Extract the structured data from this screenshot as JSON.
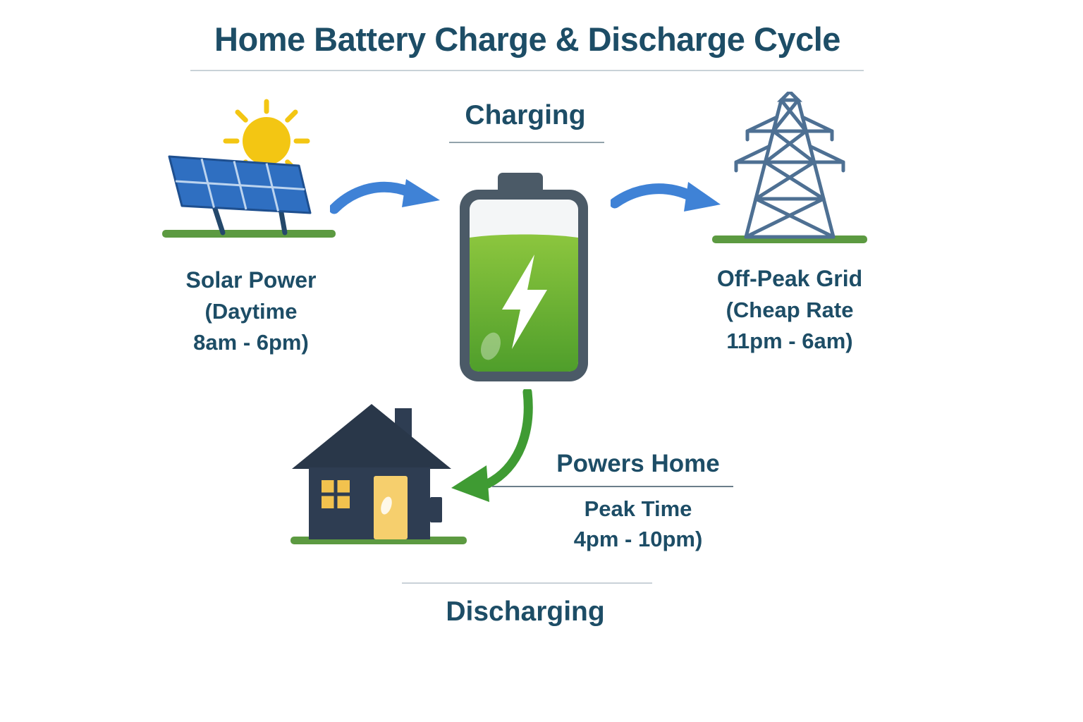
{
  "title": "Home Battery Charge & Discharge Cycle",
  "stages": {
    "charging": "Charging",
    "discharging": "Discharging"
  },
  "solar": {
    "label": "Solar Power",
    "sub1": "(Daytime",
    "sub2": "8am - 6pm)"
  },
  "grid": {
    "label": "Off-Peak Grid",
    "sub1": "(Cheap Rate",
    "sub2": "11pm - 6am)"
  },
  "home": {
    "label": "Powers Home",
    "sub1": "Peak Time",
    "sub2": "4pm - 10pm)"
  },
  "icons": {
    "sun": "sun-icon",
    "solar_panel": "solar-panel-icon",
    "battery": "battery-icon",
    "bolt": "lightning-bolt-icon",
    "tower": "transmission-tower-icon",
    "house": "house-icon",
    "arrow_solar_to_battery": "arrow-right-icon",
    "arrow_battery_to_grid": "arrow-right-icon",
    "arrow_battery_to_home": "arrow-down-left-icon"
  },
  "colors": {
    "heading_navy": "#1d4d66",
    "arrow_blue": "#3f82d6",
    "arrow_green": "#3f9b33",
    "battery_green": "#5fae2f",
    "battery_frame": "#4b5a67",
    "sun_yellow": "#f3c613",
    "panel_blue": "#2f6fc1",
    "tower_steel": "#4e7093",
    "house_navy": "#2e3d52",
    "grass_green": "#5c9a41"
  }
}
